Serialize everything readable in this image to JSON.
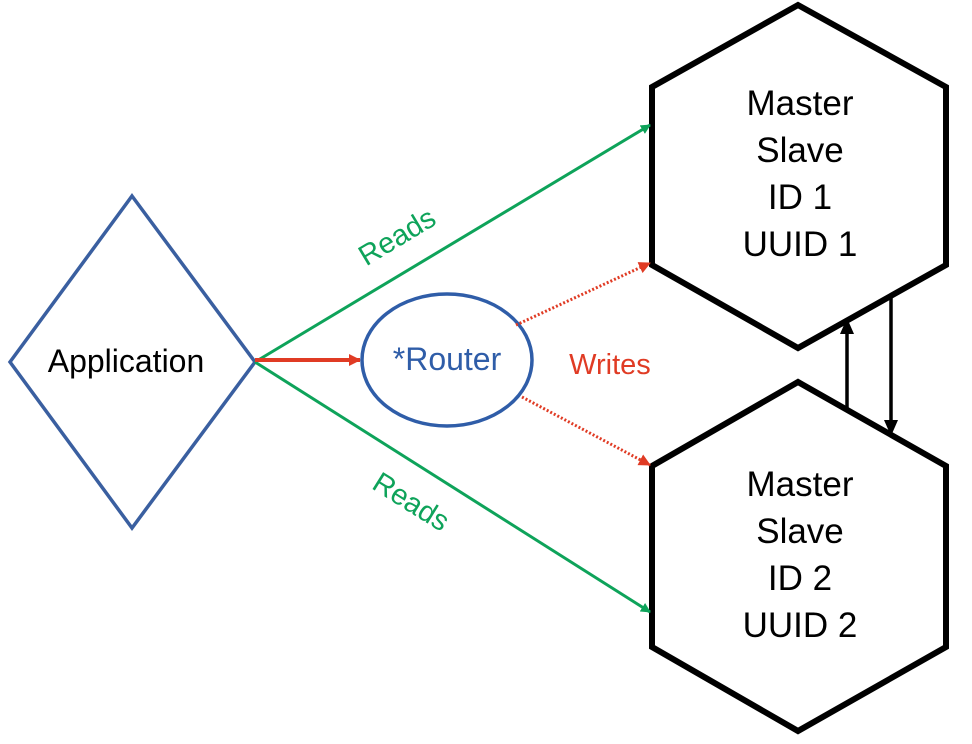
{
  "colors": {
    "diamond": "#3a5fa0",
    "router": "#2f5da8",
    "reads": "#0ea35a",
    "writes": "#e03b24",
    "replication": "#000000"
  },
  "application": {
    "label": "Application"
  },
  "router": {
    "label": "*Router"
  },
  "edges": {
    "reads_top": "Reads",
    "reads_bottom": "Reads",
    "writes": "Writes"
  },
  "server1": {
    "lines": [
      "Master",
      "Slave",
      "ID 1",
      "UUID 1"
    ]
  },
  "server2": {
    "lines": [
      "Master",
      "Slave",
      "ID 2",
      "UUID 2"
    ]
  }
}
